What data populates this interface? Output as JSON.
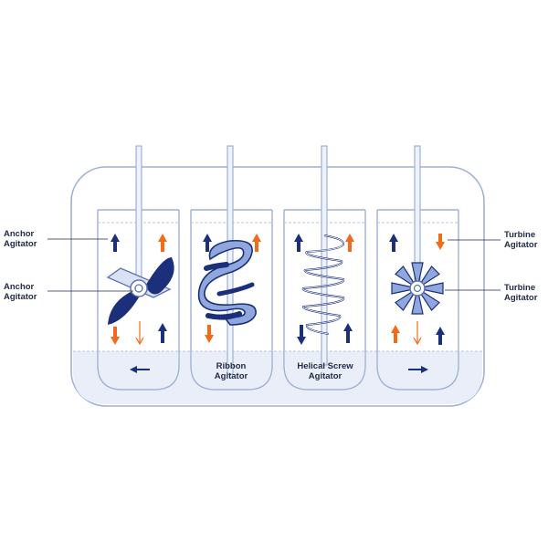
{
  "labels": {
    "anchor_top": [
      "Anchor",
      "Agitator"
    ],
    "anchor_mid": [
      "Anchor",
      "Agitator"
    ],
    "ribbon": [
      "Ribbon",
      "Agitator"
    ],
    "helical": [
      "Helical Screw",
      "Agitator"
    ],
    "turbine_top": [
      "Turbine",
      "Agitator"
    ],
    "turbine_mid": [
      "Turbine",
      "Agitator"
    ]
  },
  "colors": {
    "outline": "#9fb0d6",
    "navy": "#1b2f7a",
    "orange": "#f26a1b",
    "liquid": "#e9eef8",
    "blade_light": "#8fa7dc"
  }
}
